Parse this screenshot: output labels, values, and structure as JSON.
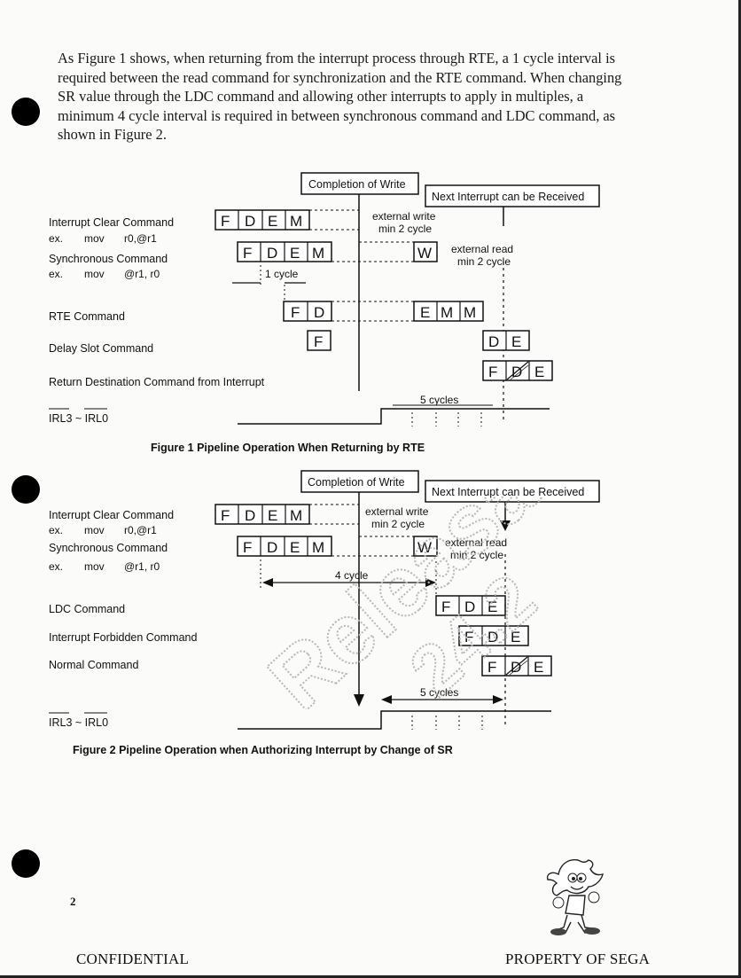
{
  "paragraph": "As Figure 1 shows, when returning from the interrupt process through RTE, a 1 cycle interval is required between the read command for synchronization and the RTE command.  When changing SR value through the LDC command and allowing other interrupts to apply in multiples, a minimum 4 cycle interval is required in between synchronous command and LDC command, as shown in Figure 2.",
  "figure1": {
    "caption": "Figure 1  Pipeline Operation When Returning by RTE",
    "labels": {
      "interrupt_clear": "Interrupt Clear Command",
      "ex1": "ex.",
      "mov1": "mov",
      "operand1": "r0,@r1",
      "sync": "Synchronous Command",
      "ex2": "ex.",
      "mov2": "mov",
      "operand2": "@r1, r0",
      "rte": "RTE Command",
      "delay": "Delay Slot Command",
      "return_dest": "Return Destination Command from Interrupt",
      "irl": "IRL3 ~ IRL0"
    },
    "callouts": {
      "completion": "Completion of Write",
      "next_interrupt": "Next Interrupt can be Received",
      "ext_write_1": "external write",
      "ext_write_2": "min 2 cycle",
      "ext_read_1": "external read",
      "ext_read_2": "min 2 cycle",
      "one_cycle": "1 cycle",
      "five_cycles": "5 cycles"
    },
    "stages": {
      "F": "F",
      "D": "D",
      "E": "E",
      "M": "M",
      "W": "W"
    }
  },
  "figure2": {
    "caption": "Figure 2  Pipeline Operation when Authorizing Interrupt by Change of SR",
    "labels": {
      "interrupt_clear": "Interrupt Clear Command",
      "ex1": "ex.",
      "mov1": "mov",
      "operand1": "r0,@r1",
      "sync": "Synchronous Command",
      "ex2": "ex.",
      "mov2": "mov",
      "operand2": "@r1, r0",
      "ldc": "LDC Command",
      "forbidden": "Interrupt Forbidden Command",
      "normal": "Normal Command",
      "irl": "IRL3 ~ IRL0"
    },
    "callouts": {
      "completion": "Completion of Write",
      "next_interrupt": "Next Interrupt can be Received",
      "ext_write_1": "external write",
      "ext_write_2": "min 2 cycle",
      "ext_read_1": "external read",
      "ext_read_2": "min 2 cycle",
      "four_cycle": "4 cycle",
      "five_cycles": "5 cycles"
    }
  },
  "watermark": {
    "line1": "Releasable",
    "line2": "24.2"
  },
  "page_number": "2",
  "footer": {
    "left": "CONFIDENTIAL",
    "right": "PROPERTY OF SEGA"
  }
}
